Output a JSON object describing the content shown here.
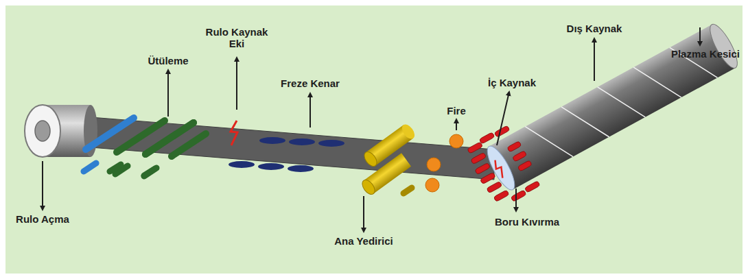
{
  "diagram": {
    "labels": [
      "Ütüleme",
      "Rulo Kaynak Eki",
      "Freze Kenar",
      "Fire",
      "İç Kaynak",
      "Dış Kaynak",
      "Plazma Kesici",
      "Rulo Açma",
      "Ana Yedirici",
      "Boru Kıvırma"
    ]
  }
}
